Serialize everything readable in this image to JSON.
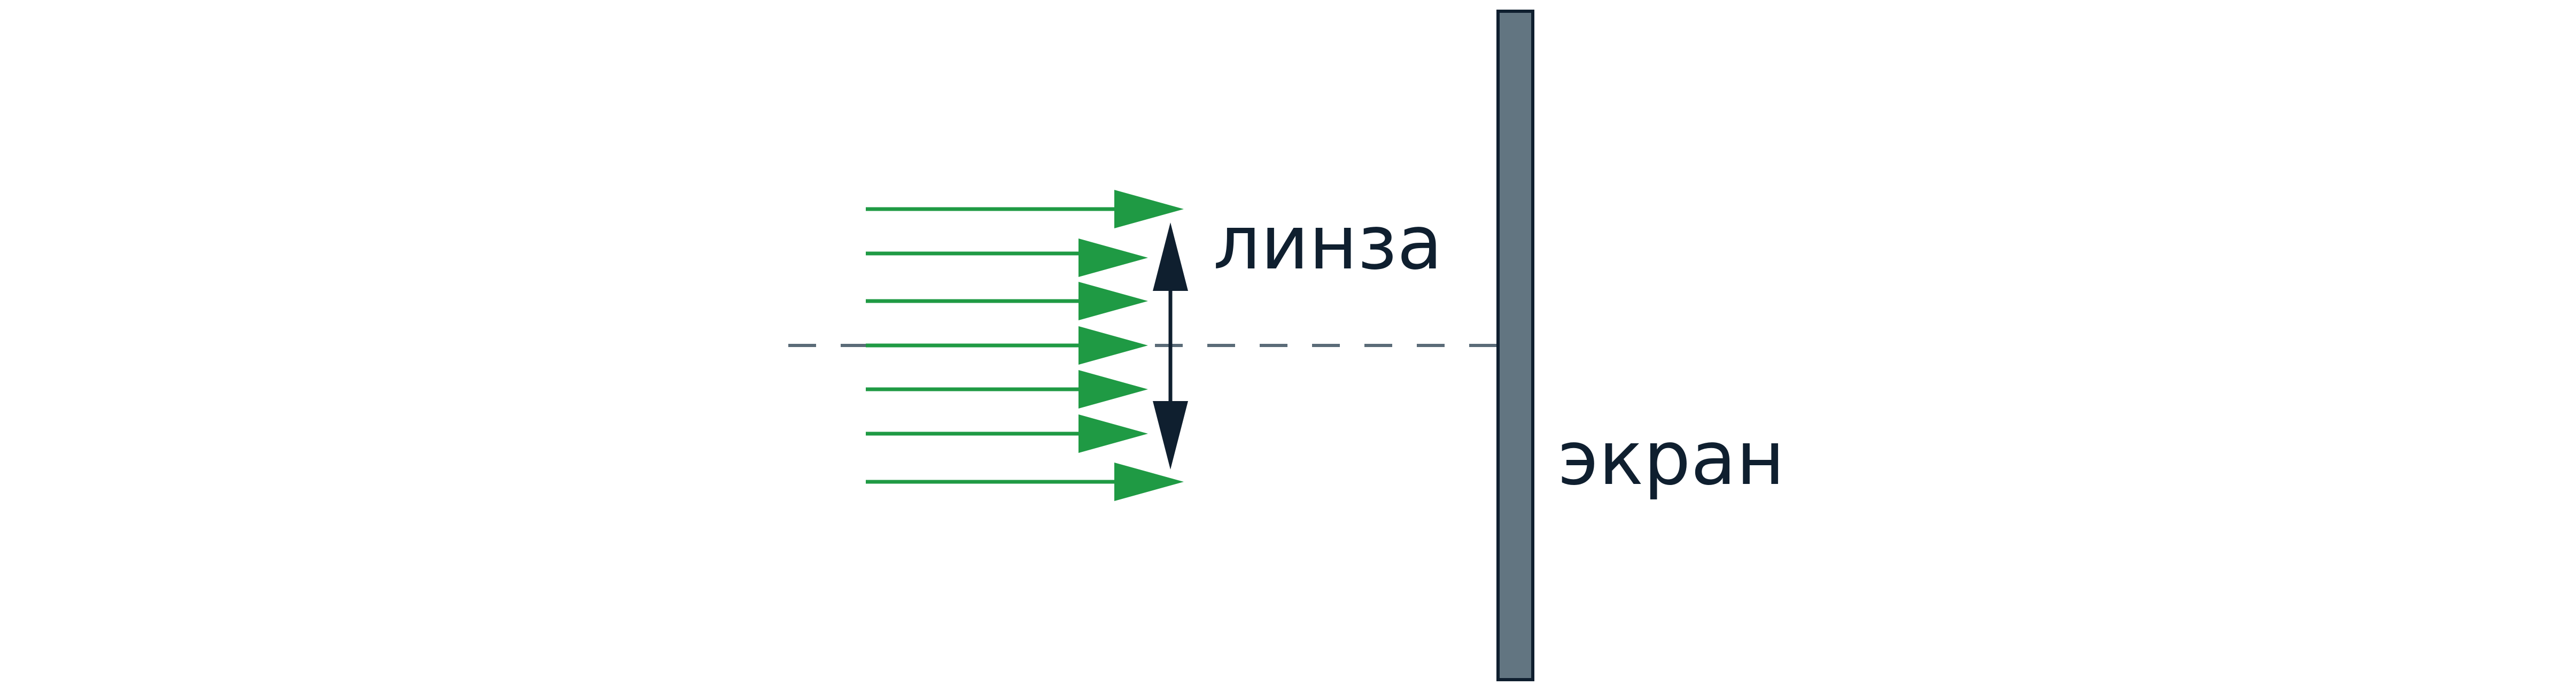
{
  "labels": {
    "lens": "линза",
    "screen": "экран"
  },
  "colors": {
    "ray": "#1f9a44",
    "lens": "#0f1f2f",
    "axis": "#5a6b78",
    "screen_fill": "#627581",
    "screen_stroke": "#0f1f2f",
    "label_text": "#0f1f2f"
  },
  "rays": {
    "count": 7
  }
}
